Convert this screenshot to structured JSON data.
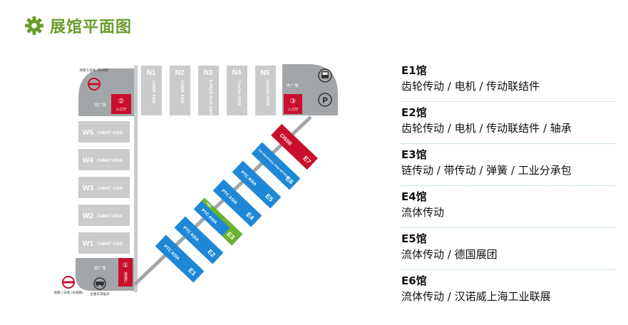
{
  "header": {
    "title": "展馆平面图",
    "icon": "gear-icon",
    "accent_color": "#6a9d2e"
  },
  "map": {
    "north_halls": [
      {
        "code": "N1",
        "show": "CeMAT ASIA"
      },
      {
        "code": "N2",
        "show": "CeMAT ASIA"
      },
      {
        "code": "N3",
        "show": "E-PACK ICCE ASIA"
      },
      {
        "code": "N4",
        "show": "ComVac ASIA"
      },
      {
        "code": "N5",
        "show": "ComVac ASIA"
      }
    ],
    "west_halls": [
      {
        "code": "W5",
        "show": "CeMAT ASIA"
      },
      {
        "code": "W4",
        "show": "CeMAT ASIA"
      },
      {
        "code": "W3",
        "show": "CeMAT ASIA"
      },
      {
        "code": "W2",
        "show": "CeMAT ASIA"
      },
      {
        "code": "W1",
        "show": "CeMAT ASIA"
      }
    ],
    "east_halls": [
      {
        "code": "E7",
        "show": "CISSE",
        "color": "#c8102e"
      },
      {
        "code": "E6",
        "show": "THE INDUSTRIAL PARK NETWORK",
        "color": "#1e88d6"
      },
      {
        "code": "E5",
        "show": "PTC ASIA",
        "color": "#1e88d6"
      },
      {
        "code": "E4",
        "show": "PTC ASIA",
        "color": "#1e88d6"
      },
      {
        "code": "E3",
        "show": "PTC ASIA",
        "sub": "FBC",
        "color": "#1e88d6",
        "sub_color": "#6ab42d"
      },
      {
        "code": "E2",
        "show": "PTC ASIA",
        "color": "#1e88d6"
      },
      {
        "code": "E1",
        "show": "PTC ASIA",
        "color": "#1e88d6"
      }
    ],
    "entrances": [
      {
        "num": "②",
        "label": "入口厅"
      },
      {
        "num": "③",
        "label": "入口厅"
      },
      {
        "num": "①",
        "label": "登录厅"
      }
    ],
    "plazas": {
      "north": "北广场",
      "east": "东广场",
      "south": "南广场"
    },
    "transport": {
      "metro_north": "地铁七号线\n(花木路)",
      "metro_south": "地铁二号线\n(龙阳路)",
      "taxi": "出租车等候点"
    }
  },
  "legend": [
    {
      "hall": "E1馆",
      "desc": "齿轮传动 / 电机 / 传动联结件"
    },
    {
      "hall": "E2馆",
      "desc": "齿轮传动 / 电机 / 传动联结件 / 轴承"
    },
    {
      "hall": "E3馆",
      "desc": "链传动 / 带传动 / 弹簧 / 工业分承包"
    },
    {
      "hall": "E4馆",
      "desc": "流体传动"
    },
    {
      "hall": "E5馆",
      "desc": "流体传动 / 德国展团"
    },
    {
      "hall": "E6馆",
      "desc": "流体传动 / 汉诺威上海工业联展"
    }
  ]
}
